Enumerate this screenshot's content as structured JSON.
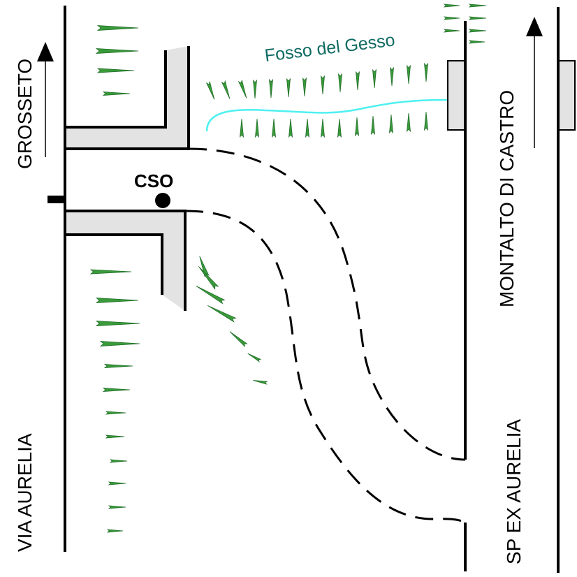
{
  "labels": {
    "grosseto": "GROSSETO",
    "via_aurelia": "VIA AURELIA",
    "montalto": "MONTALTO DI CASTRO",
    "sp_ex_aurelia": "SP EX AURELIA",
    "cso": "CSO",
    "river": "Fosso del Gesso"
  },
  "colors": {
    "road_line": "#000000",
    "structure_fill": "#e3e3e3",
    "river": "#4ff0f0",
    "river_label": "#0e6a62",
    "vegetation": "#3a9a3a",
    "vegetation_dark": "#1f6f28"
  },
  "icons": {
    "north_arrow": "arrow-up-icon",
    "vegetation": "grass-tuft-icon",
    "cso_marker": "filled-circle-icon"
  }
}
